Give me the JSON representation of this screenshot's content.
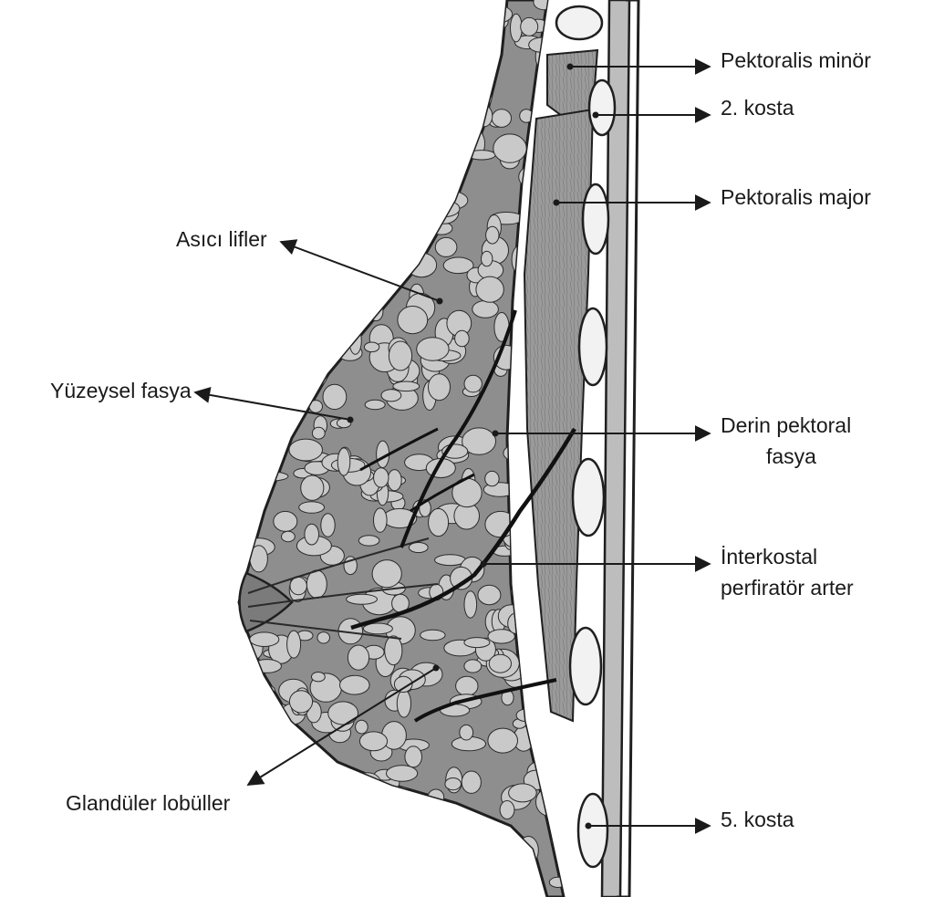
{
  "labels": {
    "pektoralis_minor": "Pektoralis minör",
    "kosta_2": "2. kosta",
    "pektoralis_major": "Pektoralis major",
    "asici_lifler": "Asıcı lifler",
    "yuzeysel_fasya": "Yüzeysel fasya",
    "derin_pektoral_fasya_1": "Derin pektoral",
    "derin_pektoral_fasya_2": "fasya",
    "interkostal_1": "İnterkostal",
    "interkostal_2": "perfiratör arter",
    "glanduler_lobuller": "Glandüler lobüller",
    "kosta_5": "5. kosta"
  },
  "colors": {
    "tissue": "#8e8e8e",
    "fat_lobule": "#c9c9c9",
    "muscle": "#9a9a9a",
    "bone": "#f2f2f2",
    "outline": "#1f1f1f"
  }
}
